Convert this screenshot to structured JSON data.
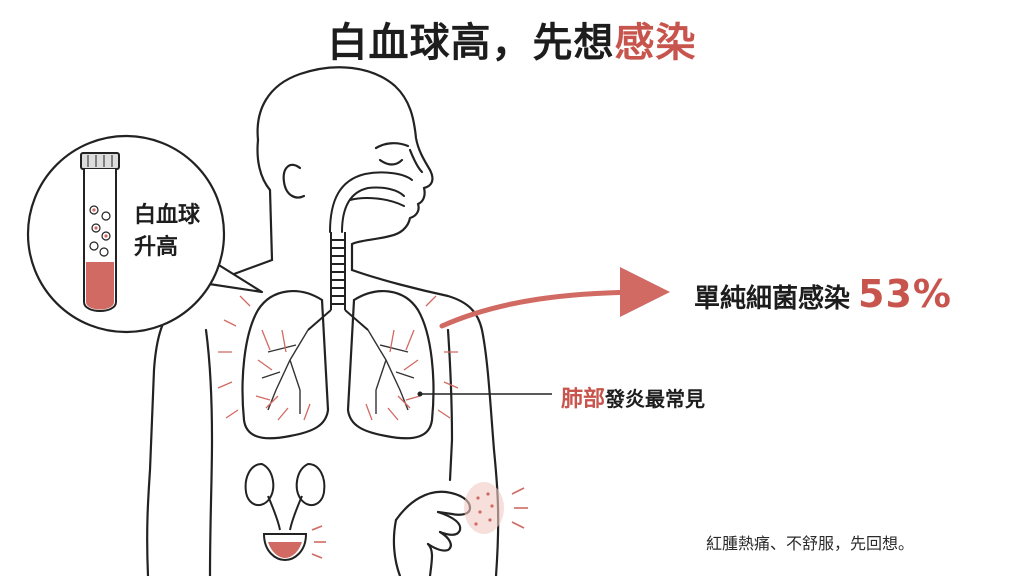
{
  "title": {
    "main": "白血球高，先想",
    "accent": "感染"
  },
  "tube_callout": {
    "line1": "白血球",
    "line2": "升高"
  },
  "stat": {
    "label": "單純細菌感染",
    "value": "53%"
  },
  "lung_label": {
    "accent": "肺部",
    "rest": "發炎最常見"
  },
  "footnote": "紅腫熱痛、不舒服，先回想。",
  "colors": {
    "accent": "#c8554d",
    "ink": "#222222",
    "blood": "#d16a62"
  }
}
